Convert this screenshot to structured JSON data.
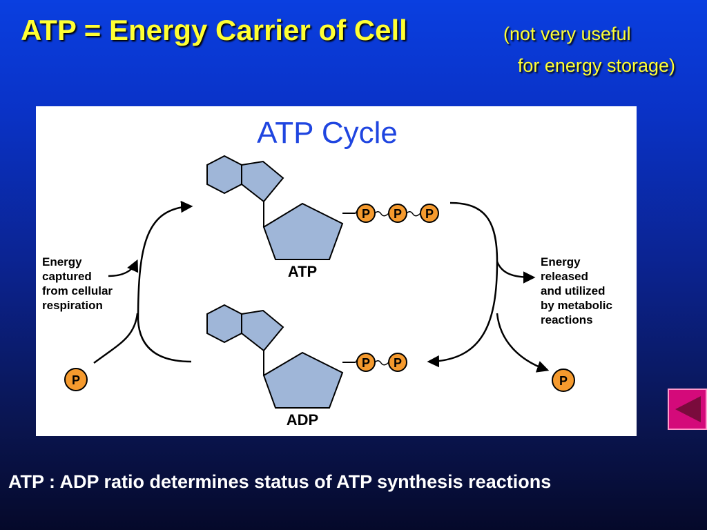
{
  "slide": {
    "title": "ATP = Energy Carrier of Cell",
    "subtitle_line1": "(not very useful",
    "subtitle_line2": "for energy storage)",
    "caption": "ATP : ADP ratio determines status of ATP synthesis reactions"
  },
  "diagram": {
    "heading": "ATP Cycle",
    "atp_label": "ATP",
    "adp_label": "ADP",
    "phosphate_symbol": "P",
    "left_text": [
      "Energy",
      "captured",
      "from cellular",
      "respiration"
    ],
    "right_text": [
      "Energy",
      "released",
      "and utilized",
      "by metabolic",
      "reactions"
    ]
  },
  "nav": {
    "back_icon": "back-triangle-icon"
  },
  "colors": {
    "title": "#ffff33",
    "heading": "#1f45e0",
    "ring_fill": "#9fb6d8",
    "phosphate_fill": "#f59a2e",
    "nav_button": "#d40a7a",
    "nav_triangle": "#7a0b3c"
  }
}
